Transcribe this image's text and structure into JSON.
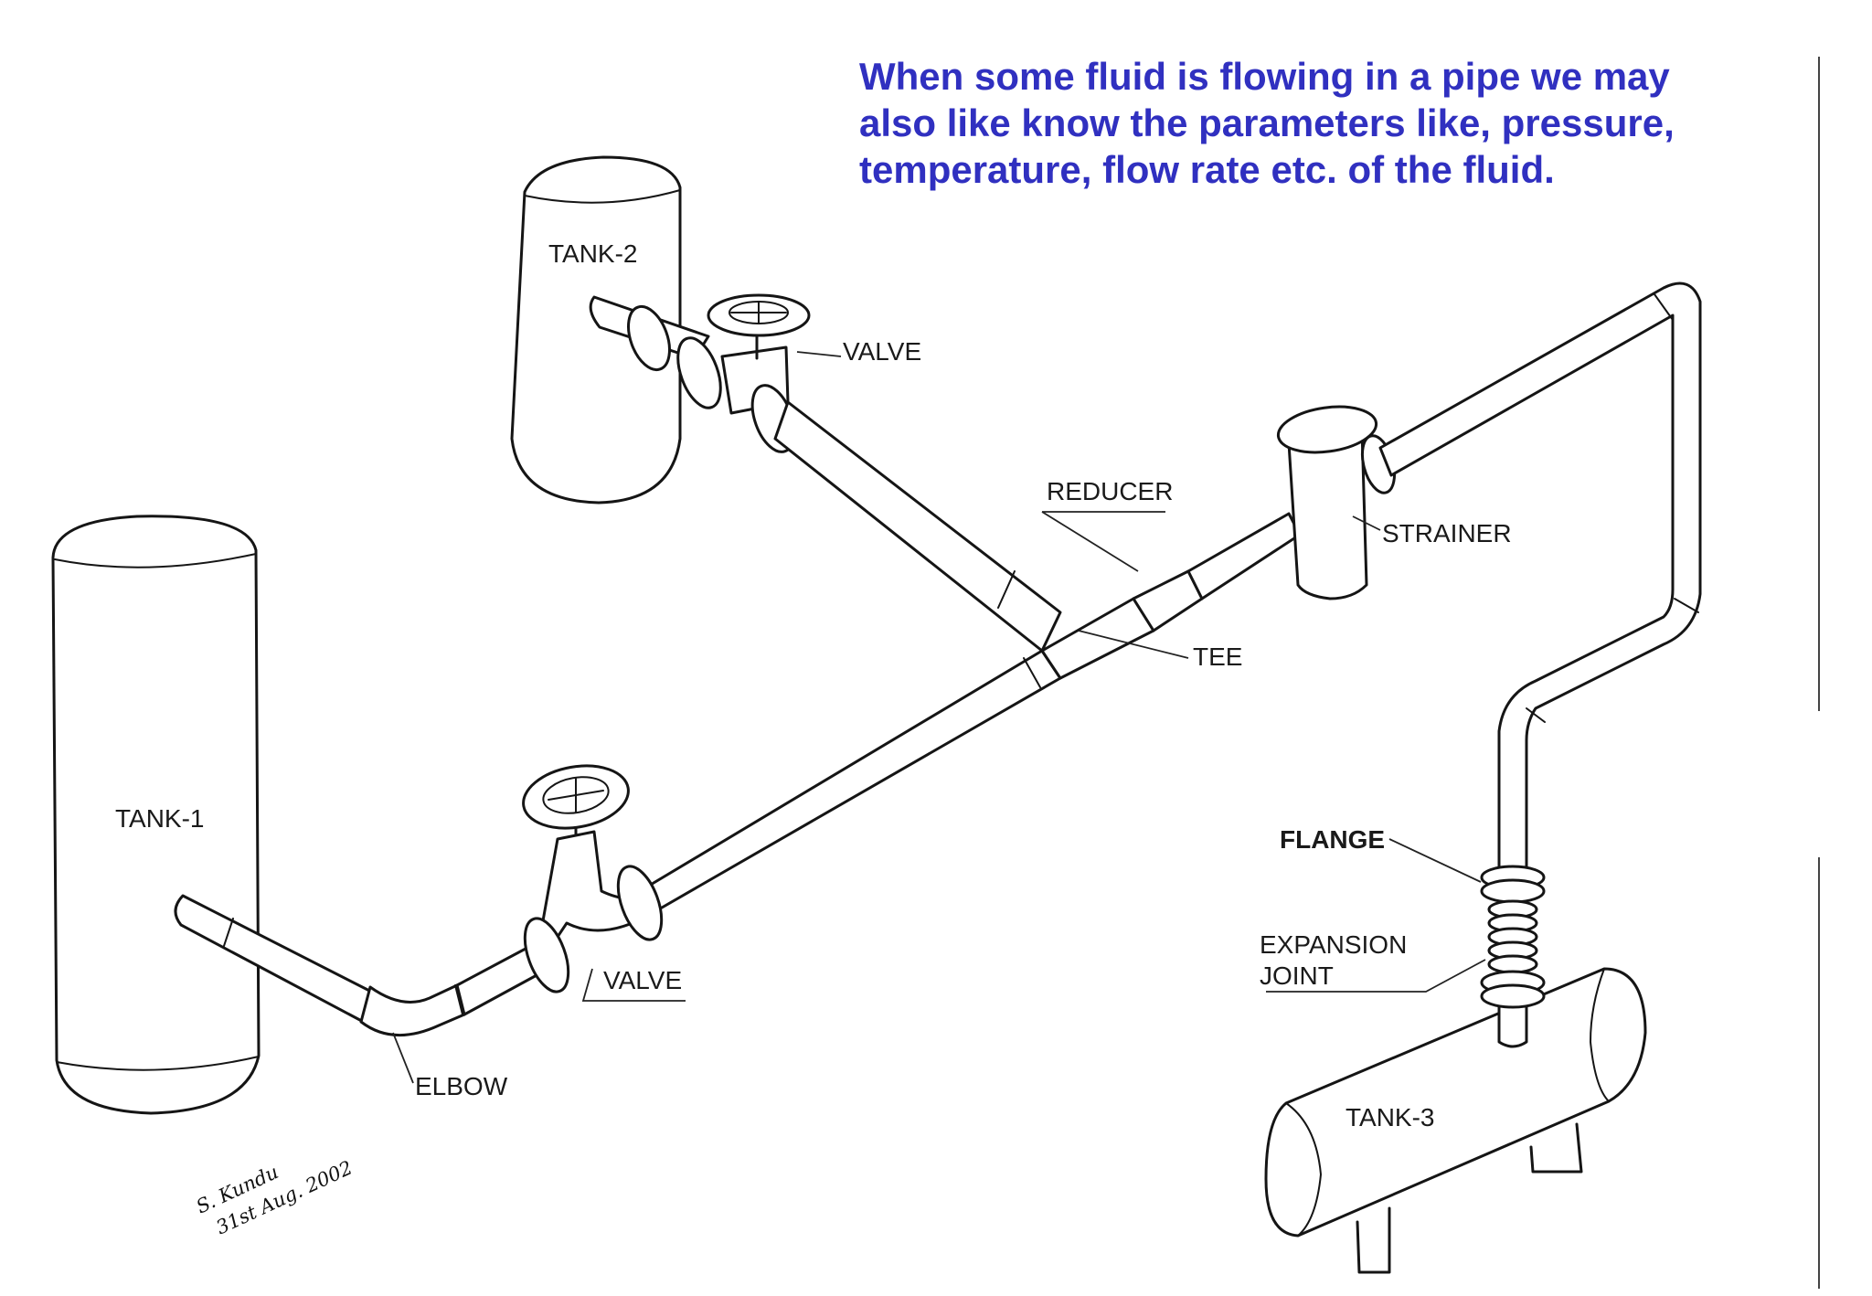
{
  "description": {
    "lines": [
      "When some fluid is flowing in a pipe we may",
      "also like know the parameters like, pressure,",
      "temperature, flow rate etc. of the fluid."
    ],
    "color": "#3030c0"
  },
  "labels": {
    "tank1": "TANK-1",
    "tank2": "TANK-2",
    "tank3": "TANK-3",
    "valve_top": "VALVE",
    "valve_bottom": "VALVE",
    "reducer": "REDUCER",
    "strainer": "STRAINER",
    "tee": "TEE",
    "elbow": "ELBOW",
    "flange": "FLANGE",
    "expansion_joint_line1": "EXPANSION",
    "expansion_joint_line2": "JOINT"
  },
  "signature": {
    "name": "S. Kundu",
    "date": "31st Aug. 2002"
  }
}
